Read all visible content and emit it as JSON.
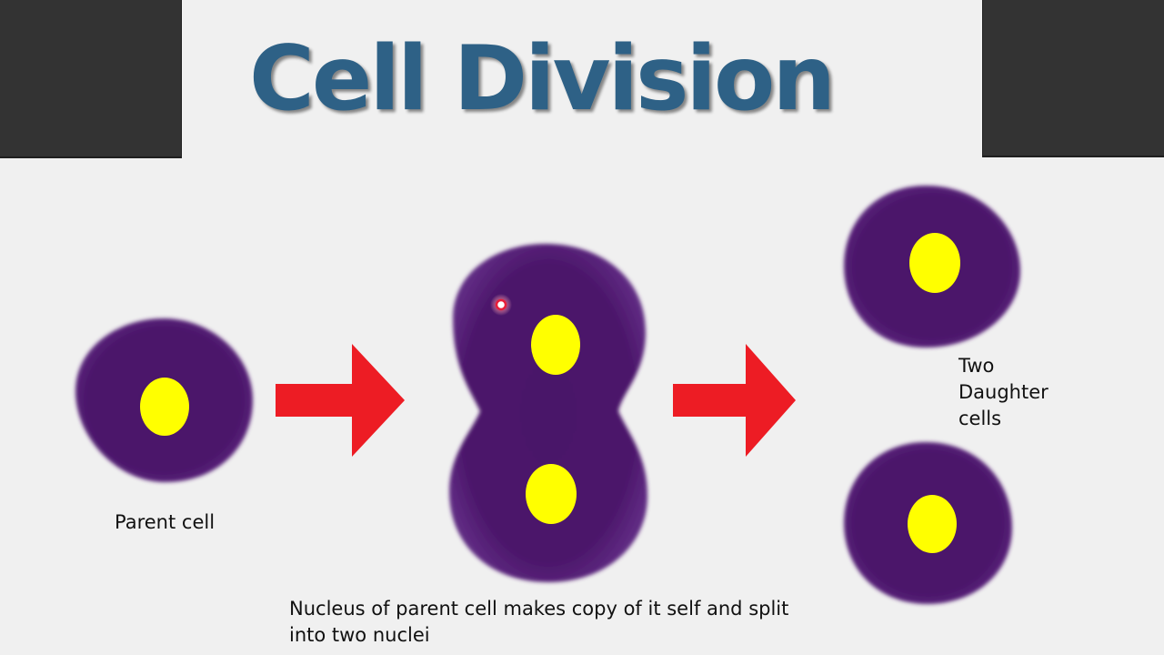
{
  "title": "Cell Division",
  "labels": {
    "parent_cell": "Parent cell",
    "daughter_line1": "Two",
    "daughter_line2": "Daughter",
    "daughter_line3": "cells",
    "caption_line1": "Nucleus of parent cell makes copy of it self and split",
    "caption_line2": "into two nuclei"
  },
  "colors": {
    "background": "#f0f0f0",
    "corner_blocks": "#333333",
    "title": "#2e6186",
    "cell_body": "#4a1569",
    "cell_edge": "#5f2a82",
    "nucleus": "#ffff00",
    "arrow": "#ed1c24",
    "pointer": "#e81e3a"
  }
}
